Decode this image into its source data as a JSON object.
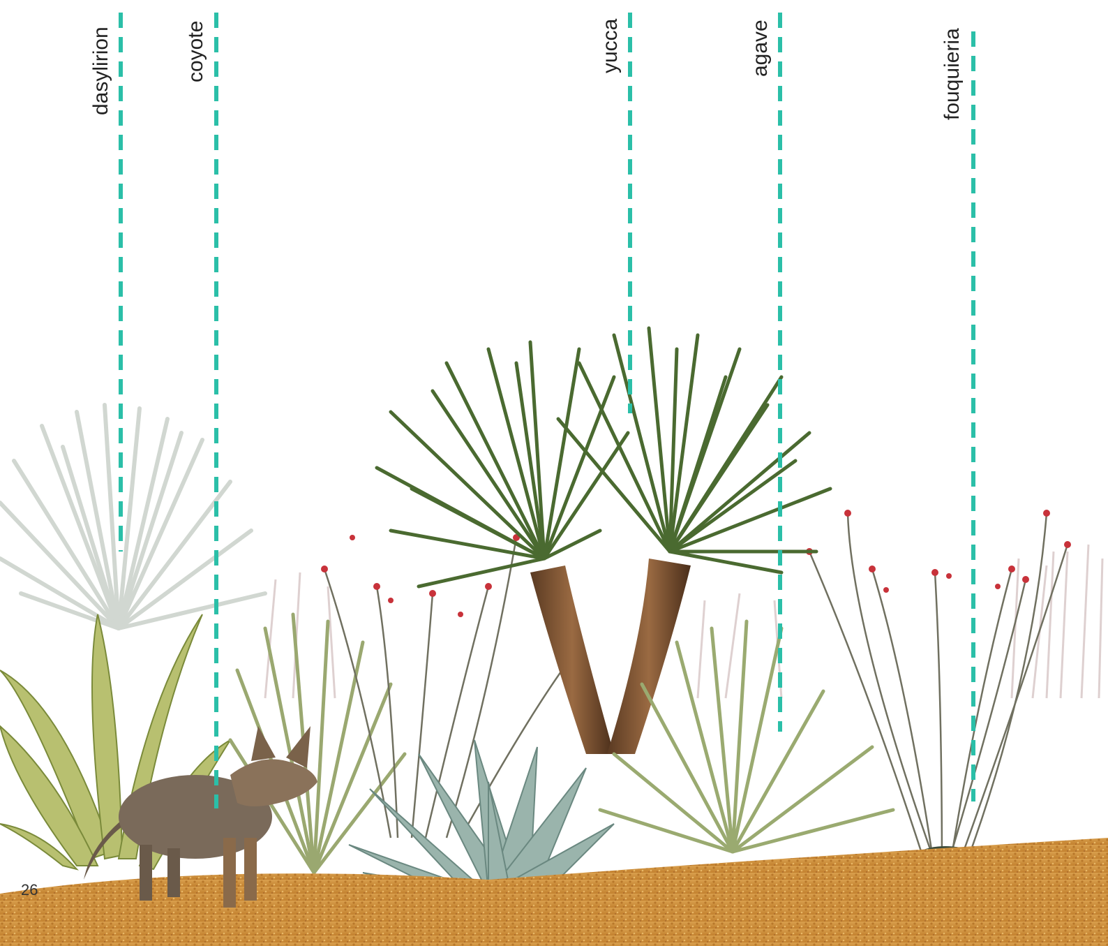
{
  "page_number": "26",
  "colors": {
    "guide_line": "#2bbfa8",
    "ground": "#d49a4a",
    "background": "#ffffff"
  },
  "labels": {
    "dasylirion": "dasylirion",
    "coyote": "coyote",
    "yucca": "yucca",
    "agave": "agave",
    "fouquieria": "fouquieria"
  }
}
